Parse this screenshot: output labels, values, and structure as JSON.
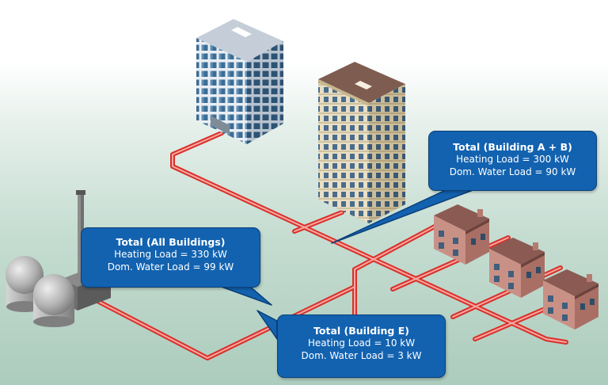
{
  "colors": {
    "pipe_outer": "#d9302a",
    "pipe_inner": "#f6a9a2",
    "callout_fill": "#1262b0",
    "callout_text": "#ffffff"
  },
  "icons": [
    "office-tower",
    "apartment-tower",
    "house",
    "district-heating-plant",
    "storage-tank"
  ],
  "callouts": {
    "building_ab": {
      "title": "Total (Building A + B)",
      "heating": "Heating Load = 300 kW",
      "water": "Dom. Water Load = 90 kW"
    },
    "all_buildings": {
      "title": "Total (All Buildings)",
      "heating": "Heating Load = 330 kW",
      "water": "Dom. Water Load = 99 kW"
    },
    "building_e": {
      "title": "Total (Building E)",
      "heating": "Heating Load = 10 kW",
      "water": "Dom. Water Load = 3 kW"
    }
  }
}
